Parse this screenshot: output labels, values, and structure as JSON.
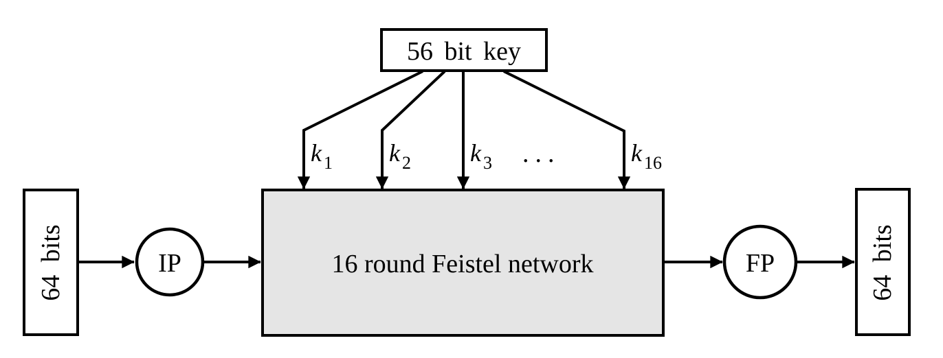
{
  "key_box": {
    "label": "56 bit key"
  },
  "round_key_arrows": {
    "keys": [
      {
        "base": "k",
        "sub": "1"
      },
      {
        "base": "k",
        "sub": "2"
      },
      {
        "base": "k",
        "sub": "3"
      },
      {
        "base": "k",
        "sub": "16"
      }
    ],
    "ellipsis": "..."
  },
  "feistel_box": {
    "label": "16 round Feistel network"
  },
  "input_box": {
    "label": "64 bits"
  },
  "output_box": {
    "label": "64 bits"
  },
  "ip_node": {
    "label": "IP"
  },
  "fp_node": {
    "label": "FP"
  },
  "colors": {
    "line": "#000000",
    "feistel_fill": "#e5e5e5",
    "box_fill": "#ffffff",
    "background": "#ffffff"
  }
}
